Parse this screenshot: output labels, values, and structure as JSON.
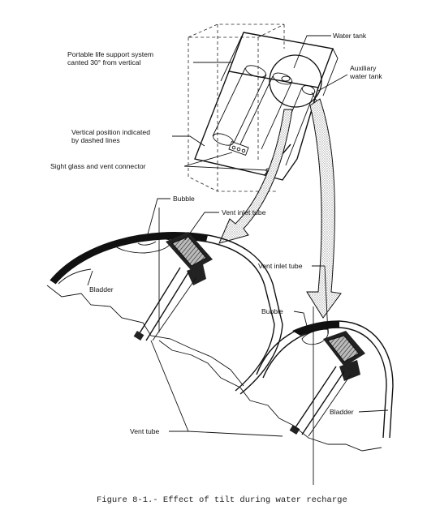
{
  "labels": {
    "water_tank": "Water tank",
    "auxiliary_1": "Auxiliary",
    "auxiliary_2": "water tank",
    "plss_1": "Portable life support system",
    "plss_2": "canted 30° from vertical",
    "vertical_1": "Vertical position indicated",
    "vertical_2": "by dashed lines",
    "sight_glass": "Sight glass and vent connector",
    "bubble_left": "Bubble",
    "vent_inlet_left": "Vent inlet tube",
    "bladder_left": "Bladder",
    "vent_inlet_right": "Vent inlet tube",
    "bubble_right": "Bubble",
    "bladder_right": "Bladder",
    "vent_tube": "Vent tube"
  },
  "caption": "Figure 8-1.- Effect of tilt during water recharge"
}
